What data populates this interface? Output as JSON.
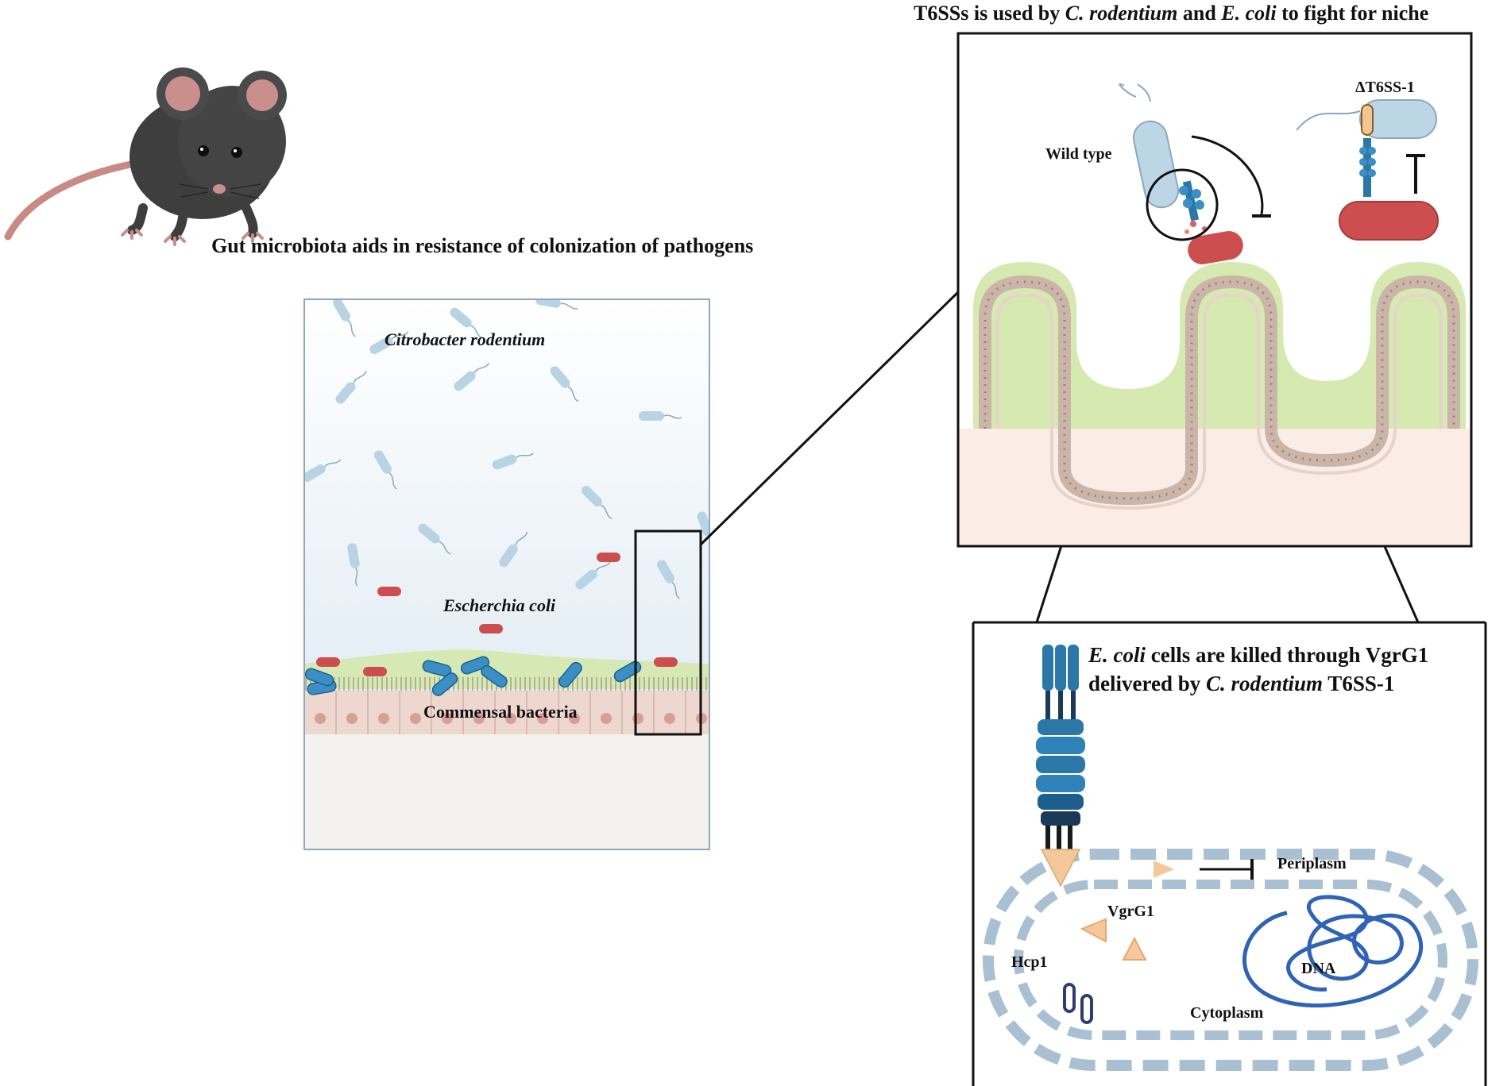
{
  "title_left": "Gut microbiota aids in resistance of colonization of pathogens",
  "title_right": {
    "part1": "T6SSs is used by ",
    "italic1": "C. rodentium",
    "part2": " and ",
    "italic2": "E. coli",
    "part3": " to fight for niche"
  },
  "gut_panel": {
    "label_citrobacter": "Citrobacter rodentium",
    "label_ecoli": "Escherchia coli",
    "label_commensal": "Commensal bacteria"
  },
  "zoom_panel": {
    "label_wild_type": "Wild type",
    "label_delta": "ΔT6SS-1"
  },
  "mechanism_panel": {
    "caption": {
      "italic1": "E. coli",
      "part1": " cells are killed through VgrG1",
      "part2": "delivered by ",
      "italic2": "C. rodentium",
      "part3": " T6SS-1"
    },
    "label_periplasm": "Periplasm",
    "label_vgrg1": "VgrG1",
    "label_hcp1": "Hcp1",
    "label_dna": "DNA",
    "label_cytoplasm": "Cytoplasm"
  },
  "colors": {
    "citrobacter": "#b8d4e3",
    "ecoli": "#cd4e4e",
    "commensal": "#3b8fc4",
    "mucus": "#d6e9b4",
    "epithelium": "#eed7cf",
    "t6ss": "#2a77a8",
    "dna": "#2f63b5",
    "membrane": "#a9c0d3",
    "vgrg1": "#f5c89c",
    "mouse": "#3e3e3e"
  },
  "icons": [
    "mouse-illustration",
    "t6ss-needle-icon",
    "inhibition-arrow-icon",
    "flagella-icon"
  ]
}
